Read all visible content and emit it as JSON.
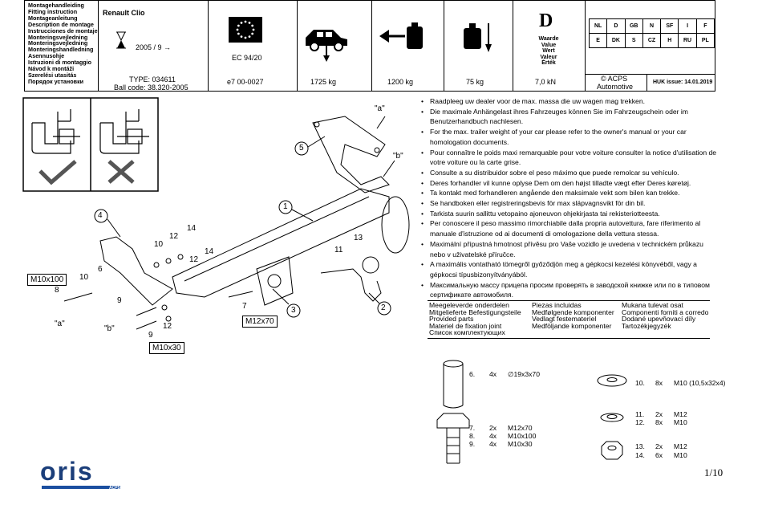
{
  "header": {
    "titles": [
      "Montagehandleiding",
      "Fitting instruction",
      "Montageanleitung",
      "Description de montage",
      "Instrucciones de montaje",
      "Monteringsvejledning",
      "Monteringsvejledning",
      "Monteringshandledning",
      "Asennusohje",
      "Istruzioni di montaggio",
      "Návod k montáži",
      "Szerelési utasitás",
      "Порядок установки"
    ],
    "model": "Renault Clio",
    "year": "2005 / 9 →",
    "type": "TYPE: 034611",
    "ball_code": "Ball code: 38.320-2005",
    "ec_label": "EC 94/20",
    "approval": "e7   00-0027",
    "max_weight": "1725 kg",
    "trailer_weight": "1200 kg",
    "nose_weight": "75 kg",
    "d_letter": "D",
    "d_words": [
      "Waarde",
      "Value",
      "Wert",
      "Valeur",
      "Érték"
    ],
    "d_value": "7,0 kN",
    "countries_row1": [
      "NL",
      "D",
      "GB",
      "N",
      "SF",
      "I",
      "F"
    ],
    "countries_row2": [
      "E",
      "DK",
      "S",
      "CZ",
      "H",
      "RU",
      "PL"
    ],
    "copyright": "© ACPS",
    "copyright2": "Automotive",
    "huk": "HUK issue: 14.01.2019"
  },
  "instructions": [
    "Raadpleeg uw dealer voor de max. massa die uw wagen mag trekken.",
    "Die maximale Anhängelast ihres Fahrzeuges können Sie im Fahrzeugschein oder im Benutzerhandbuch nachlesen.",
    "For the max. trailer weight of your car please refer to the owner's manual or your car homologation documents.",
    "Pour connaître le poids maxi remarquable pour votre voiture consulter la notice d'utilisation de votre voiture ou la carte grise.",
    "Consulte a su distribuidor sobre el peso máximo que puede remolcar su vehículo.",
    "Deres forhandler vil kunne oplyse Dem om den højst tilladte vægt efter Deres køretøj.",
    "Ta kontakt med forhandleren angående den maksimale vekt som bilen kan trekke.",
    "Se handboken eller registreringsbevis för max släpvagnsvikt för din bil.",
    "Tarkista suurin sallittu vetopaino ajoneuvon ohjekirjasta tai rekisteriotteesta.",
    "Per conoscere il peso massimo rimorchiabile dalla propria autovettura, fare riferimento al manuale d'istruzione od ai documenti di omologazione della vettura stessa.",
    "Maximální přípustná hmotnost přívěsu pro Vaše vozidlo je uvedena v technickém průkazu nebo v uživatelské příručce.",
    "A maximális vontatható tömegről győződjön meg a gépkocsi kezelési könyvéből, vagy a gépkocsi típusbizonyítványából.",
    "Максимальную массу прицепа просим проверять в заводской книжке или по в типовом сертификате автомобиля."
  ],
  "kit_labels": {
    "col1": [
      "Meegeleverde onderdelen",
      "Mitgelieferte Befestigungsteile",
      "Provided parts",
      "Materiel de fixation joint",
      "Список комплектующих"
    ],
    "col2": [
      "Piezas incluidas",
      "Medfølgende komponenter",
      "Vedlagt festemateriel",
      "Medföljande komponenter"
    ],
    "col3": [
      "Mukana tulevat osat",
      "Componenti forniti a corredo",
      "Dodané upevňovací díly",
      "Tartozékjegyzék"
    ]
  },
  "parts": [
    {
      "no": "6.",
      "qty": "4x",
      "spec": "∅19x3x70"
    },
    {
      "no": "7.",
      "qty": "2x",
      "spec": "M12x70"
    },
    {
      "no": "8.",
      "qty": "4x",
      "spec": "M10x100"
    },
    {
      "no": "9.",
      "qty": "4x",
      "spec": "M10x30"
    },
    {
      "no": "10.",
      "qty": "8x",
      "spec": "M10 (10,5x32x4)"
    },
    {
      "no": "11.",
      "qty": "2x",
      "spec": "M12"
    },
    {
      "no": "12.",
      "qty": "8x",
      "spec": "M10"
    },
    {
      "no": "13.",
      "qty": "2x",
      "spec": "M12"
    },
    {
      "no": "14.",
      "qty": "6x",
      "spec": "M10"
    }
  ],
  "diagram_labels": {
    "a": "\"a\"",
    "b": "\"b\"",
    "n1": "1",
    "n2": "2",
    "n3": "3",
    "n4": "4",
    "n5": "5",
    "n6": "6",
    "n7": "7",
    "n8": "8",
    "n9": "9",
    "n10": "10",
    "n11": "11",
    "n12": "12",
    "n13": "13",
    "n14": "14",
    "m10x100": "M10x100",
    "m12x70": "M12x70",
    "m10x30": "M10x30"
  },
  "logo": {
    "text": "oris",
    "sub": "ACPS"
  },
  "page": "1/10"
}
